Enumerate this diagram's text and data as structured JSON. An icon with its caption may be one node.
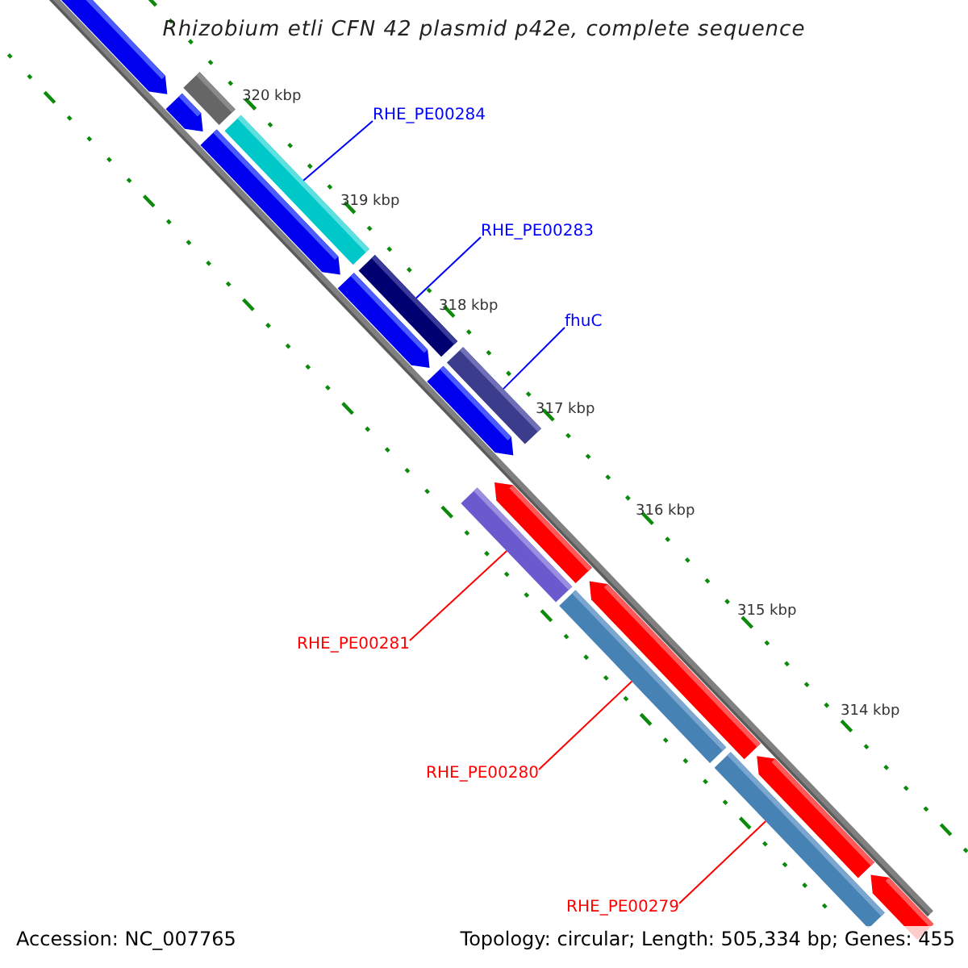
{
  "diagram": {
    "title": "Rhizobium etli CFN 42 plasmid p42e, complete sequence",
    "nodes": [
      {
        "text": [
          "RHE_PE00284"
        ]
      },
      {
        "text": [],
        "shape": "bar"
      },
      {
        "text": [
          "RHE_PE00283"
        ]
      },
      {
        "text": [],
        "shape": "bar"
      },
      {
        "text": [
          "fhuC"
        ]
      },
      {
        "text": [],
        "shape": "bar"
      },
      {
        "text": [
          "RHE_PE00281"
        ]
      },
      {
        "text": [],
        "shape": "bar"
      },
      {
        "text": [
          "RHE_PE00280"
        ]
      },
      {
        "text": [],
        "shape": "bar"
      },
      {
        "text": [
          "RHE_PE00279"
        ]
      },
      {
        "text": [],
        "shape": "bar"
      },
      {
        "text": [],
        "shape": "bar"
      },
      {
        "text": [],
        "shape": "bar"
      },
      {
        "text": [],
        "shape": "bar"
      },
      {
        "text": [],
        "shape": "bar"
      },
      {
        "text": [],
        "shape": "bar"
      },
      {
        "text": [],
        "shape": "bar"
      },
      {
        "text": [],
        "shape": "bar"
      },
      {
        "text": [],
        "shape": "bar"
      },
      {
        "text": [],
        "shape": "bar"
      },
      {
        "text": [],
        "shape": "bar"
      }
    ],
    "edges": [
      {
        "from": 0,
        "to": 1,
        "arrow": "none",
        "color": "#0000ff"
      },
      {
        "from": 2,
        "to": 3,
        "arrow": "none",
        "color": "#0000ff"
      },
      {
        "from": 4,
        "to": 5,
        "arrow": "none",
        "color": "#0000ff"
      },
      {
        "from": 6,
        "to": 7,
        "arrow": "none",
        "color": "#ff0000"
      },
      {
        "from": 8,
        "to": 9,
        "arrow": "none",
        "color": "#ff0000"
      },
      {
        "from": 10,
        "to": 11,
        "arrow": "none",
        "color": "#ff0000"
      }
    ],
    "labels": [
      "320 kbp",
      "319 kbp",
      "318 kbp",
      "317 kbp",
      "316 kbp",
      "315 kbp",
      "314 kbp",
      "Accession: NC_007765",
      "Topology: circular; Length: 505,334 bp; Genes: 455"
    ]
  }
}
